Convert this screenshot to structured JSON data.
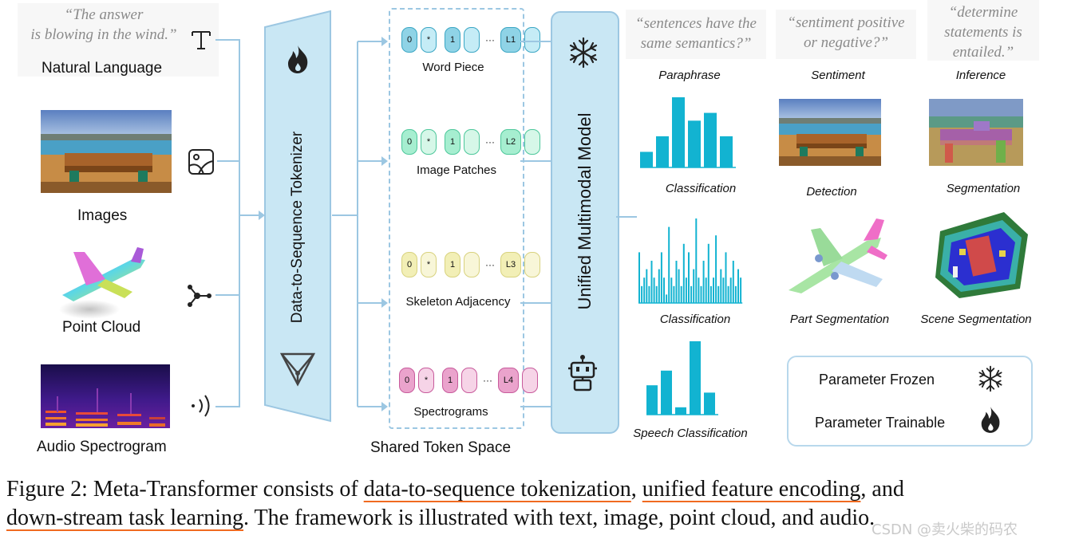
{
  "inputs": {
    "text_quote_line1": "“The answer",
    "text_quote_line2": "is blowing in the wind.”",
    "natural_language": "Natural Language",
    "images": "Images",
    "point_cloud": "Point Cloud",
    "audio_spectrogram": "Audio Spectrogram"
  },
  "tokenizer": {
    "label": "Data-to-Sequence Tokenizer"
  },
  "token_space": {
    "title": "Shared Token Space",
    "rows": [
      {
        "label": "Word Piece",
        "first": "0",
        "star": "*",
        "second": "1",
        "dots": "···",
        "last": "L1",
        "color": "#5bbcd6"
      },
      {
        "label": "Image Patches",
        "first": "0",
        "star": "*",
        "second": "1",
        "dots": "···",
        "last": "L2",
        "color": "#7de3b8"
      },
      {
        "label": "Skeleton Adjacency",
        "first": "0",
        "star": "*",
        "second": "1",
        "dots": "···",
        "last": "L3",
        "color": "#ecea9e"
      },
      {
        "label": "Spectrograms",
        "first": "0",
        "star": "*",
        "second": "1",
        "dots": "···",
        "last": "L4",
        "color": "#e58fc1"
      }
    ]
  },
  "model": {
    "label": "Unified Multimodal Model"
  },
  "quotes": {
    "q1_line1": "“sentences have the",
    "q1_line2": "same semantics?”",
    "q2_line1": "“sentiment positive",
    "q2_line2": "or negative?”",
    "q3_line1": "“determine",
    "q3_line2": "statements is",
    "q3_line3": "entailed.”"
  },
  "tasks": {
    "paraphrase": "Paraphrase",
    "sentiment": "Sentiment",
    "inference": "Inference",
    "classification_1": "Classification",
    "detection": "Detection",
    "segmentation": "Segmentation",
    "classification_2": "Classification",
    "part_segmentation": "Part Segmentation",
    "scene_segmentation": "Scene Segmentation",
    "speech_classification": "Speech Classification"
  },
  "legend": {
    "frozen": "Parameter Frozen",
    "trainable": "Parameter Trainable"
  },
  "caption": {
    "prefix": "Figure 2: Meta-Transformer consists of ",
    "u1": "data-to-sequence tokenization",
    "sep1": ", ",
    "u2": "unified feature encoding",
    "sep2": ", and",
    "u3": "down-stream task learning",
    "rest": ". The framework is illustrated with text, image, point cloud, and audio."
  },
  "watermark": "CSDN @卖火柴的码农",
  "colors": {
    "accent_blue": "#c9e7f4",
    "bar_cyan": "#12b3d1",
    "underline_orange": "#f06a20",
    "connector": "#9cc7e2"
  },
  "chart_data": [
    {
      "type": "bar",
      "values": [
        2,
        4,
        9,
        6,
        7,
        4
      ]
    },
    {
      "type": "bar",
      "values": [
        6,
        2,
        3,
        4,
        2,
        5,
        3,
        2,
        4,
        6,
        3,
        1,
        9,
        3,
        2,
        5,
        4,
        2,
        7,
        3,
        6,
        2,
        4,
        10,
        3,
        2,
        5,
        3,
        7,
        2,
        3,
        8,
        2,
        4,
        3,
        6,
        2,
        3,
        5,
        2,
        4,
        3
      ]
    },
    {
      "type": "bar",
      "values": [
        4,
        6,
        1,
        10,
        3
      ]
    }
  ]
}
